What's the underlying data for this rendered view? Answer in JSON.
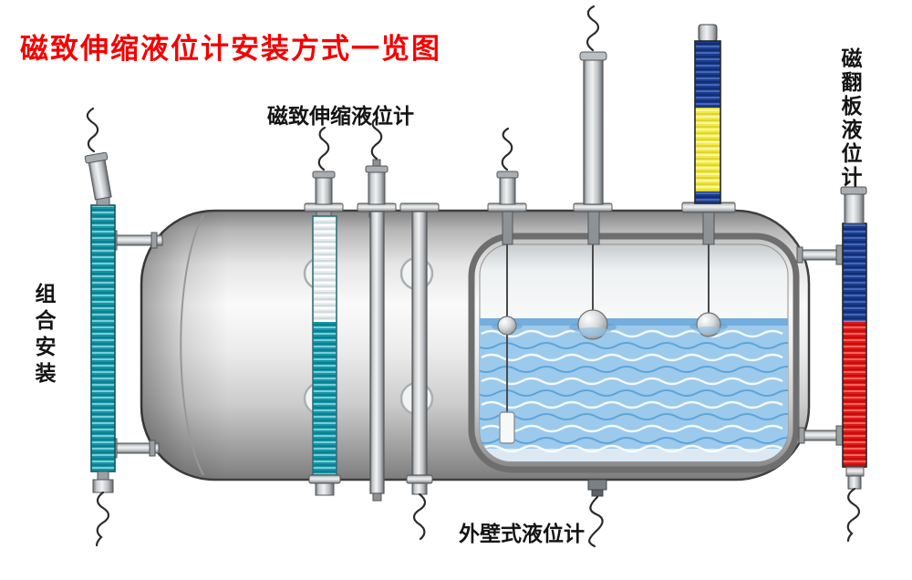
{
  "title": "磁致伸缩液位计安装方式一览图",
  "labels": {
    "combined_install": "组合安装",
    "magnetostrictive_gauge": "磁致伸缩液位计",
    "external_wall_gauge": "外壁式液位计",
    "magnetic_flap_gauge": "磁翻板液位计"
  },
  "colors": {
    "title": "#f40000",
    "label_text": "#141414",
    "teal_column": "#1496a8",
    "water": "#9ccaec",
    "yellow_indicator": "#f2ea47",
    "red_indicator": "#e31616",
    "blue_indicator": "#1b3c8e",
    "tank_body": "#d9d9d9"
  }
}
